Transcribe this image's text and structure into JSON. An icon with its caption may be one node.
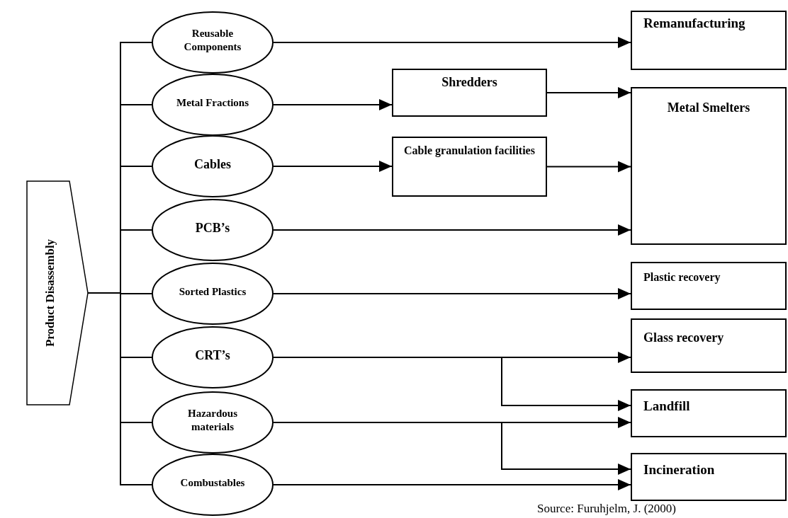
{
  "diagram": {
    "caption": "Source: Furuhjelm, J. (2000)",
    "nodes": [
      {
        "text": [
          "Product Disassembly"
        ]
      },
      {
        "text": [
          "Reusable Components"
        ]
      },
      {
        "text": [
          "Remanufacturing"
        ]
      },
      {
        "text": [
          "Metal Fractions"
        ]
      },
      {
        "text": [
          "Shredders"
        ]
      },
      {
        "text": [
          "Metal Smelters"
        ]
      },
      {
        "text": [
          "Cables"
        ]
      },
      {
        "text": [
          "Cable granulation facilities"
        ]
      },
      {
        "text": [
          "PCB’s"
        ]
      },
      {
        "text": [
          "Sorted Plastics"
        ]
      },
      {
        "text": [
          "Plastic recovery"
        ]
      },
      {
        "text": [
          "CRT’s"
        ]
      },
      {
        "text": [
          "Glass recovery"
        ]
      },
      {
        "text": [
          "Hazardous materials"
        ]
      },
      {
        "text": [
          "Landfill"
        ]
      },
      {
        "text": [
          "Combustables"
        ]
      },
      {
        "text": [
          "Incineration"
        ]
      }
    ],
    "edges": [
      {
        "from": 0,
        "to": 1,
        "arrow": "none"
      },
      {
        "from": 0,
        "to": 3,
        "arrow": "none"
      },
      {
        "from": 0,
        "to": 6,
        "arrow": "none"
      },
      {
        "from": 0,
        "to": 8,
        "arrow": "none"
      },
      {
        "from": 0,
        "to": 9,
        "arrow": "none"
      },
      {
        "from": 0,
        "to": 11,
        "arrow": "none"
      },
      {
        "from": 0,
        "to": 13,
        "arrow": "none"
      },
      {
        "from": 0,
        "to": 15,
        "arrow": "none"
      },
      {
        "from": 1,
        "to": 2,
        "arrow": "to"
      },
      {
        "from": 3,
        "to": 4,
        "arrow": "to"
      },
      {
        "from": 4,
        "to": 5,
        "arrow": "to"
      },
      {
        "from": 6,
        "to": 7,
        "arrow": "to"
      },
      {
        "from": 7,
        "to": 5,
        "arrow": "to"
      },
      {
        "from": 8,
        "to": 5,
        "arrow": "to"
      },
      {
        "from": 9,
        "to": 10,
        "arrow": "to"
      },
      {
        "from": 11,
        "to": 12,
        "arrow": "to"
      },
      {
        "from": 11,
        "to": 14,
        "arrow": "to"
      },
      {
        "from": 13,
        "to": 14,
        "arrow": "to"
      },
      {
        "from": 13,
        "to": 16,
        "arrow": "to"
      },
      {
        "from": 15,
        "to": 16,
        "arrow": "to"
      }
    ]
  }
}
